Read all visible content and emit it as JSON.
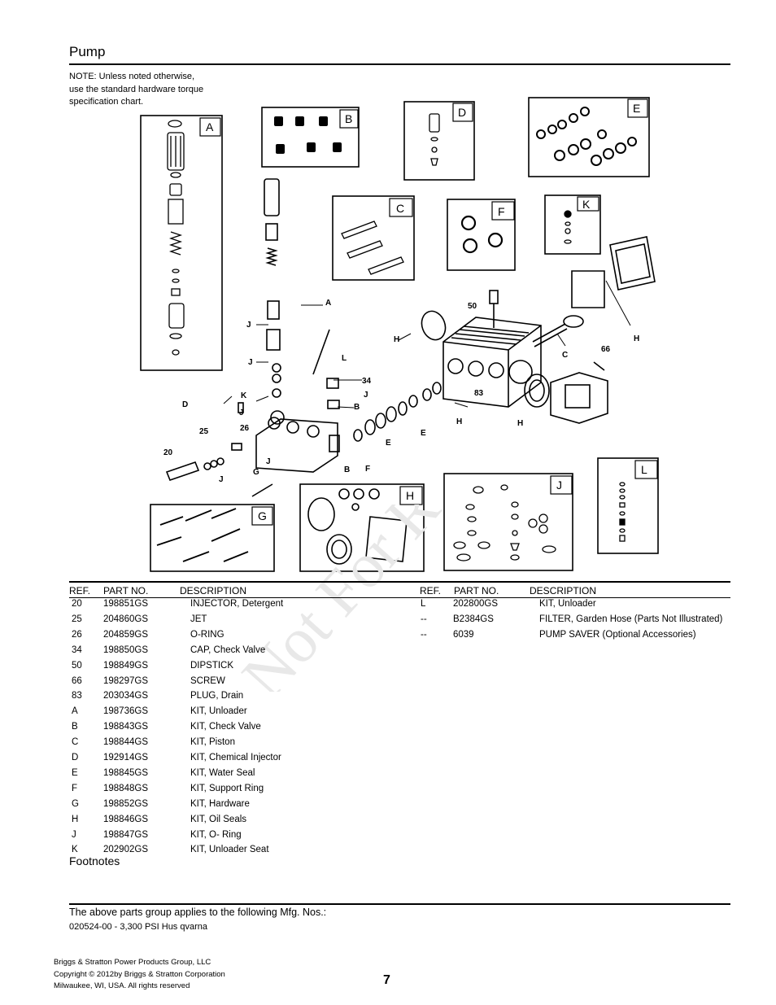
{
  "section_title": "Pump",
  "note_lines": [
    "NOTE: Unless noted otherwise,",
    "use the standard hardware torque",
    "specification chart."
  ],
  "diagram": {
    "kit_box_labels": [
      "A",
      "B",
      "C",
      "D",
      "E",
      "F",
      "G",
      "H",
      "J",
      "K",
      "L"
    ],
    "callouts": [
      "A",
      "J",
      "J",
      "L",
      "34",
      "J",
      "K",
      "B",
      "D",
      "J",
      "H",
      "C",
      "50",
      "66",
      "83",
      "H",
      "H",
      "H",
      "E",
      "E",
      "25",
      "26",
      "20",
      "J",
      "G",
      "B",
      "F"
    ]
  },
  "watermark_text": "Not For Reproduction",
  "table": {
    "headers": {
      "ref": "REF.",
      "part_no": "PART NO.",
      "description": "DESCRIPTION"
    },
    "left_rows": [
      {
        "ref": "20",
        "part_no": "198851GS",
        "description": "INJECTOR, Detergent"
      },
      {
        "ref": "25",
        "part_no": "204860GS",
        "description": "JET"
      },
      {
        "ref": "26",
        "part_no": "204859GS",
        "description": "O-RING"
      },
      {
        "ref": "34",
        "part_no": "198850GS",
        "description": "CAP, Check Valve"
      },
      {
        "ref": "50",
        "part_no": "198849GS",
        "description": "DIPSTICK"
      },
      {
        "ref": "66",
        "part_no": "198297GS",
        "description": "SCREW"
      },
      {
        "ref": "83",
        "part_no": "203034GS",
        "description": "PLUG, Drain"
      },
      {
        "ref": "A",
        "part_no": "198736GS",
        "description": "KIT, Unloader"
      },
      {
        "ref": "B",
        "part_no": "198843GS",
        "description": "KIT, Check Valve"
      },
      {
        "ref": "C",
        "part_no": "198844GS",
        "description": "KIT, Piston"
      },
      {
        "ref": "D",
        "part_no": "192914GS",
        "description": "KIT, Chemical Injector"
      },
      {
        "ref": "E",
        "part_no": "198845GS",
        "description": "KIT, Water Seal"
      },
      {
        "ref": "F",
        "part_no": "198848GS",
        "description": "KIT, Support Ring"
      },
      {
        "ref": "G",
        "part_no": "198852GS",
        "description": "KIT, Hardware"
      },
      {
        "ref": "H",
        "part_no": "198846GS",
        "description": "KIT, Oil Seals"
      },
      {
        "ref": "J",
        "part_no": "198847GS",
        "description": "KIT, O- Ring"
      },
      {
        "ref": "K",
        "part_no": "202902GS",
        "description": "KIT, Unloader Seat"
      }
    ],
    "right_rows": [
      {
        "ref": "L",
        "part_no": "202800GS",
        "description": "KIT, Unloader"
      },
      {
        "ref": "--",
        "part_no": "B2384GS",
        "description": "FILTER, Garden Hose (Parts Not Illustrated)"
      },
      {
        "ref": "--",
        "part_no": "6039",
        "description": "PUMP SAVER (Optional Accessories)"
      }
    ]
  },
  "footnotes_label": "Footnotes",
  "applies_text": "The above parts group applies to the following Mfg. Nos.:",
  "mfg_numbers": "020524-00 - 3,300 PSI Hus qvarna",
  "company_lines": [
    "Briggs & Stratton Power Products Group, LLC",
    "Copyright © 2012by Briggs & Stratton Corporation",
    "Milwaukee, WI, USA. All rights reserved"
  ],
  "page_number": "7"
}
